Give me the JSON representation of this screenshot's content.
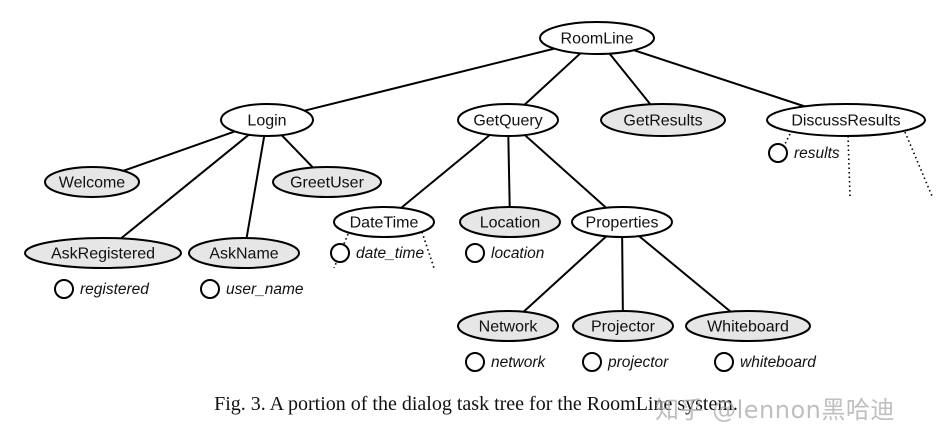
{
  "figure": {
    "caption": "Fig. 3.  A portion of the dialog task tree for the RoomLine system.",
    "watermark": "知乎 @lennon黑哈迪"
  },
  "colors": {
    "agency_fill": "#ffffff",
    "agent_fill": "#e6e6e6",
    "stroke": "#000000"
  },
  "nodes": [
    {
      "id": "roomline",
      "label": "RoomLine",
      "kind": "agency"
    },
    {
      "id": "login",
      "label": "Login",
      "kind": "agency",
      "parent": "roomline"
    },
    {
      "id": "getquery",
      "label": "GetQuery",
      "kind": "agency",
      "parent": "roomline"
    },
    {
      "id": "getresults",
      "label": "GetResults",
      "kind": "agent",
      "parent": "roomline"
    },
    {
      "id": "discussresults",
      "label": "DiscussResults",
      "kind": "agency",
      "parent": "roomline"
    },
    {
      "id": "welcome",
      "label": "Welcome",
      "kind": "agent",
      "parent": "login"
    },
    {
      "id": "greetuser",
      "label": "GreetUser",
      "kind": "agent",
      "parent": "login"
    },
    {
      "id": "askregistered",
      "label": "AskRegistered",
      "kind": "agent",
      "parent": "login"
    },
    {
      "id": "askname",
      "label": "AskName",
      "kind": "agent",
      "parent": "login"
    },
    {
      "id": "datetime",
      "label": "DateTime",
      "kind": "agency",
      "parent": "getquery"
    },
    {
      "id": "location",
      "label": "Location",
      "kind": "agent",
      "parent": "getquery"
    },
    {
      "id": "properties",
      "label": "Properties",
      "kind": "agency",
      "parent": "getquery"
    },
    {
      "id": "network",
      "label": "Network",
      "kind": "agent",
      "parent": "properties"
    },
    {
      "id": "projector",
      "label": "Projector",
      "kind": "agent",
      "parent": "properties"
    },
    {
      "id": "whiteboard",
      "label": "Whiteboard",
      "kind": "agent",
      "parent": "properties"
    }
  ],
  "concepts": [
    {
      "label": "registered",
      "owner": "askregistered"
    },
    {
      "label": "user_name",
      "owner": "askname"
    },
    {
      "label": "date_time",
      "owner": "datetime"
    },
    {
      "label": "location",
      "owner": "location"
    },
    {
      "label": "results",
      "owner": "discussresults"
    },
    {
      "label": "network",
      "owner": "network"
    },
    {
      "label": "projector",
      "owner": "projector"
    },
    {
      "label": "whiteboard",
      "owner": "whiteboard"
    }
  ],
  "elided_branches": [
    "datetime",
    "discussresults"
  ]
}
